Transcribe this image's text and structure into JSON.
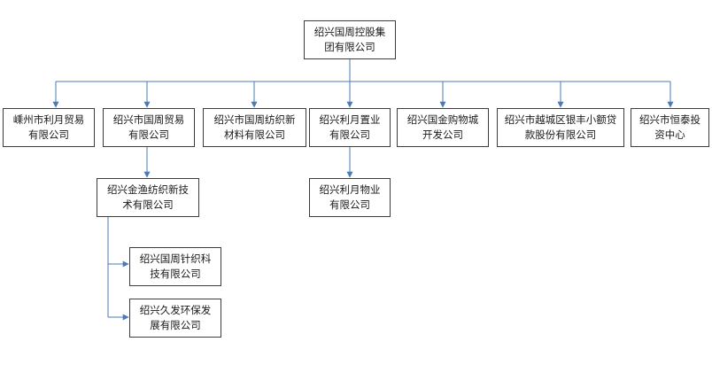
{
  "diagram": {
    "root": {
      "id": "root",
      "label": "绍兴国周控股集\n团有限公司"
    },
    "children": [
      {
        "id": "c1",
        "label": "嵊州市利月贸易\n有限公司"
      },
      {
        "id": "c2",
        "label": "绍兴市国周贸易\n有限公司"
      },
      {
        "id": "c3",
        "label": "绍兴市国周纺织新\n材料有限公司"
      },
      {
        "id": "c4",
        "label": "绍兴利月置业\n有限公司"
      },
      {
        "id": "c5",
        "label": "绍兴国金购物城\n开发公司"
      },
      {
        "id": "c6",
        "label": "绍兴市越城区银丰小额贷\n款股份有限公司"
      },
      {
        "id": "c7",
        "label": "绍兴市恒泰投\n资中心"
      }
    ],
    "sub_c2": {
      "id": "g1",
      "label": "绍兴金渔纺织新技\n术有限公司"
    },
    "sub_c4": {
      "id": "g2",
      "label": "绍兴利月物业\n有限公司"
    },
    "sub_g1": [
      {
        "id": "h1",
        "label": "绍兴国周针织科\n技有限公司"
      },
      {
        "id": "h2",
        "label": "绍兴久发环保发\n展有限公司"
      }
    ],
    "colors": {
      "connector": "#4a7bb7",
      "border": "#3c3c3c"
    }
  }
}
